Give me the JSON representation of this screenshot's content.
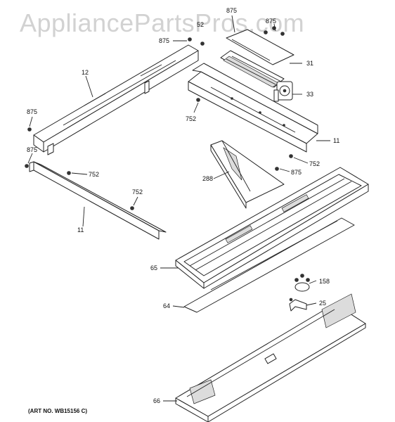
{
  "watermark": "AppliancePartsPros.com",
  "art_number": "(ART NO. WB15156 C)",
  "callouts": {
    "c875_top": "875",
    "c875_b": "875",
    "c52": "52",
    "c875_left_upper": "875",
    "c875_left_lower": "875",
    "c875_mid": "875",
    "c31": "31",
    "c33": "33",
    "c12": "12",
    "c752_a": "752",
    "c752_b": "752",
    "c752_c": "752",
    "c752_d": "752",
    "c11_right": "11",
    "c11_left": "11",
    "c288": "288",
    "c65": "65",
    "c158": "158",
    "c25": "25",
    "c64": "64",
    "c66": "66"
  }
}
